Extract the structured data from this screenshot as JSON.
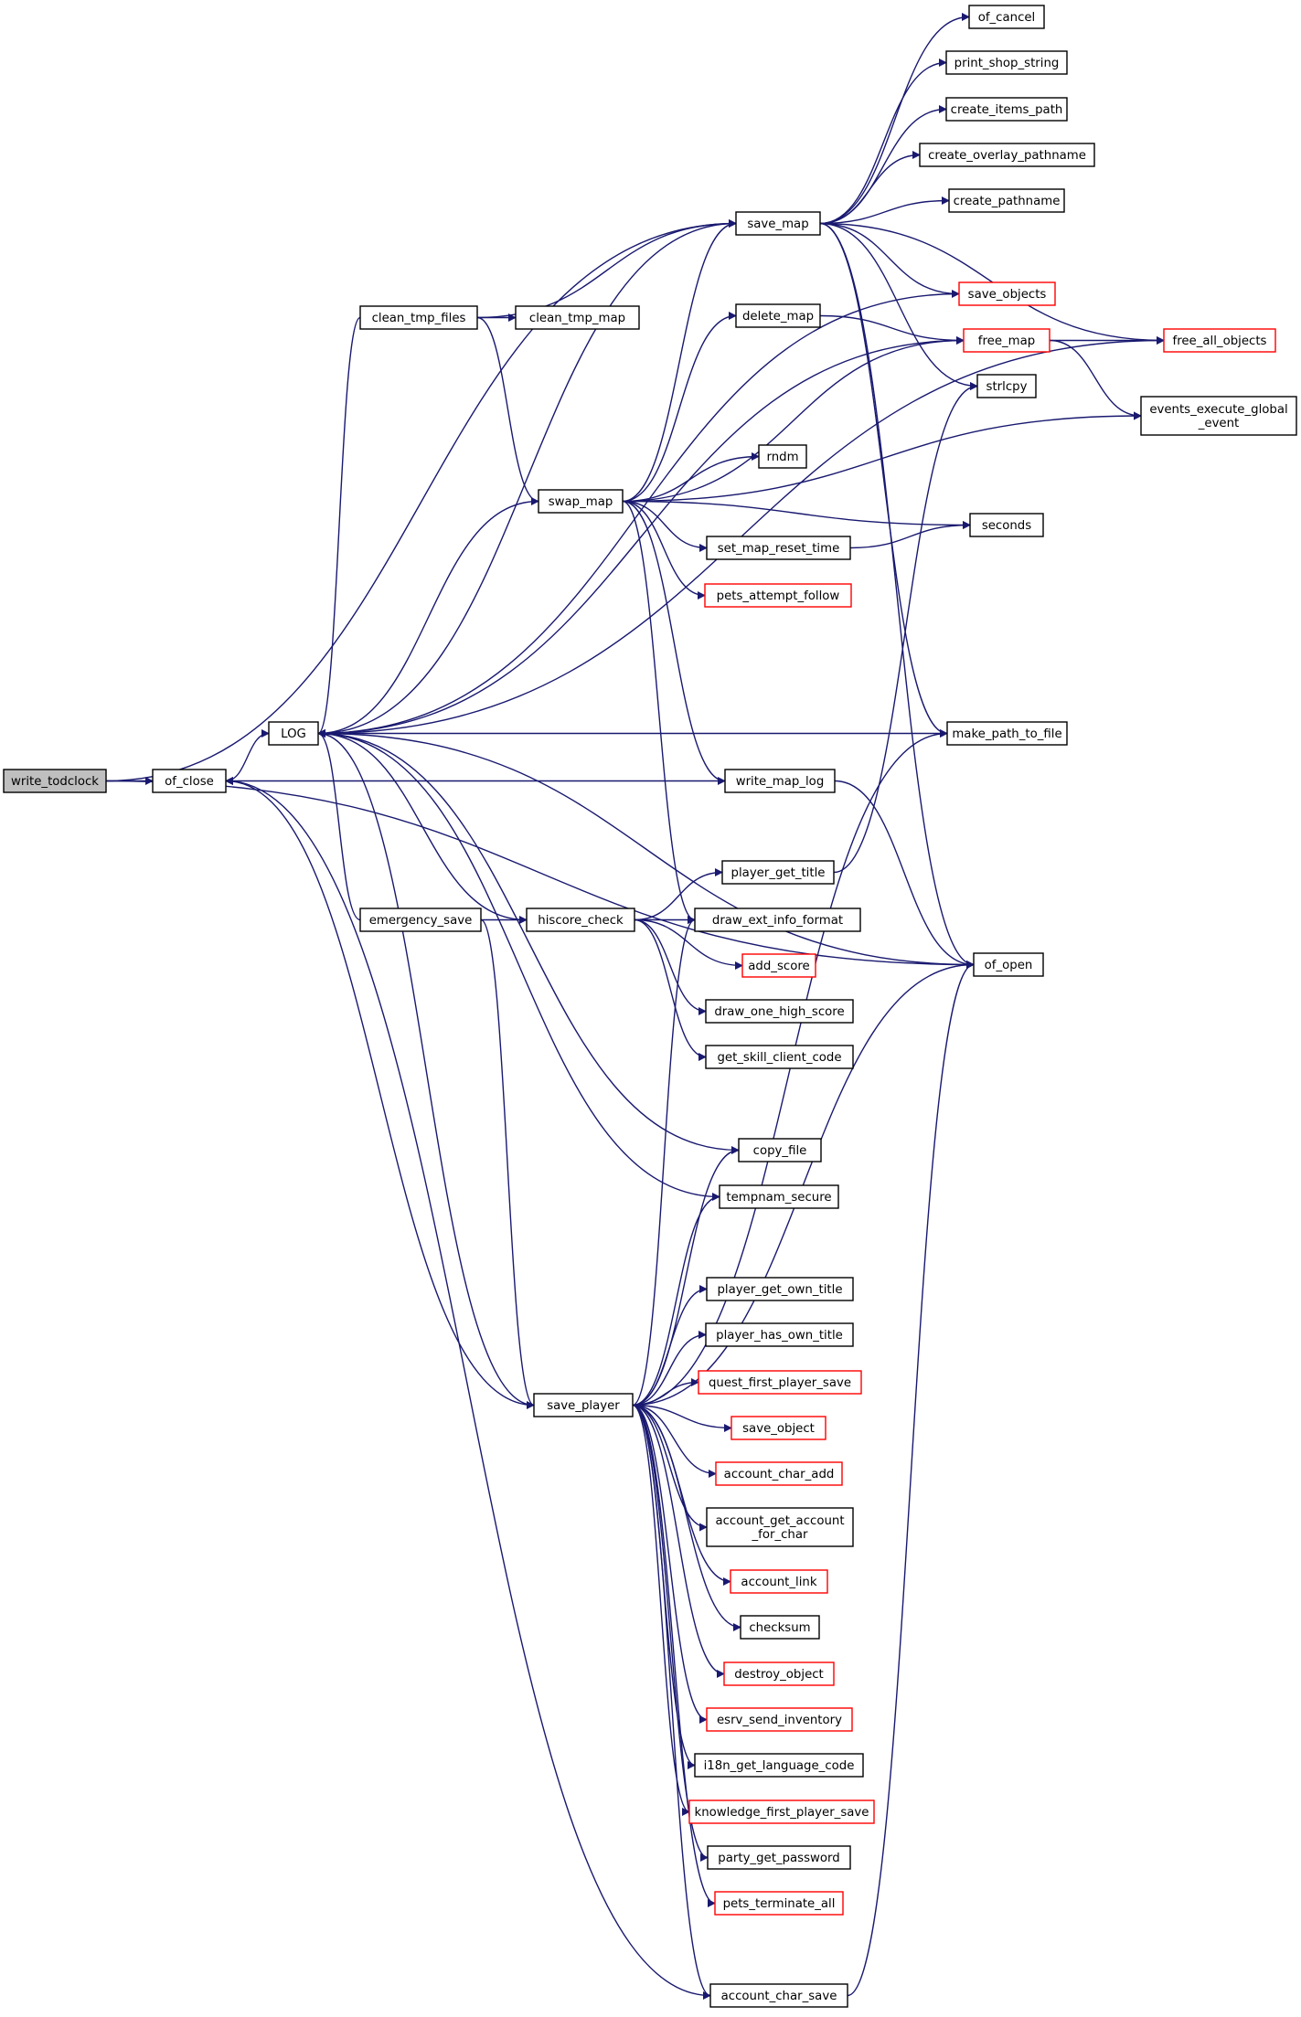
{
  "colors": {
    "edge": "#191970",
    "node_border": "#000000",
    "node_border_truncated": "#ff0000",
    "node_fill": "#ffffff",
    "focus_fill": "#bfbfbf"
  },
  "nodes": {
    "write_todclock": {
      "label": "write_todclock",
      "style": "focus"
    },
    "of_close": {
      "label": "of_close",
      "style": "normal"
    },
    "LOG": {
      "label": "LOG",
      "style": "normal"
    },
    "clean_tmp_files": {
      "label": "clean_tmp_files",
      "style": "normal"
    },
    "clean_tmp_map": {
      "label": "clean_tmp_map",
      "style": "normal"
    },
    "swap_map": {
      "label": "swap_map",
      "style": "normal"
    },
    "emergency_save": {
      "label": "emergency_save",
      "style": "normal"
    },
    "hiscore_check": {
      "label": "hiscore_check",
      "style": "normal"
    },
    "save_player": {
      "label": "save_player",
      "style": "normal"
    },
    "save_map": {
      "label": "save_map",
      "style": "normal"
    },
    "delete_map": {
      "label": "delete_map",
      "style": "normal"
    },
    "rndm": {
      "label": "rndm",
      "style": "normal"
    },
    "set_map_reset_time": {
      "label": "set_map_reset_time",
      "style": "normal"
    },
    "pets_attempt_follow": {
      "label": "pets_attempt_follow",
      "style": "truncated"
    },
    "write_map_log": {
      "label": "write_map_log",
      "style": "normal"
    },
    "player_get_title": {
      "label": "player_get_title",
      "style": "normal"
    },
    "draw_ext_info_format": {
      "label": "draw_ext_info_format",
      "style": "normal"
    },
    "add_score": {
      "label": "add_score",
      "style": "truncated"
    },
    "draw_one_high_score": {
      "label": "draw_one_high_score",
      "style": "normal"
    },
    "get_skill_client_code": {
      "label": "get_skill_client_code",
      "style": "normal"
    },
    "copy_file": {
      "label": "copy_file",
      "style": "normal"
    },
    "tempnam_secure": {
      "label": "tempnam_secure",
      "style": "normal"
    },
    "player_get_own_title": {
      "label": "player_get_own_title",
      "style": "normal"
    },
    "player_has_own_title": {
      "label": "player_has_own_title",
      "style": "normal"
    },
    "quest_first_player_save": {
      "label": "quest_first_player_save",
      "style": "truncated"
    },
    "save_object": {
      "label": "save_object",
      "style": "truncated"
    },
    "account_char_add": {
      "label": "account_char_add",
      "style": "truncated"
    },
    "account_get_account_for_char": {
      "label": "account_get_account\n_for_char",
      "style": "normal"
    },
    "account_link": {
      "label": "account_link",
      "style": "truncated"
    },
    "checksum": {
      "label": "checksum",
      "style": "normal"
    },
    "destroy_object": {
      "label": "destroy_object",
      "style": "truncated"
    },
    "esrv_send_inventory": {
      "label": "esrv_send_inventory",
      "style": "truncated"
    },
    "i18n_get_language_code": {
      "label": "i18n_get_language_code",
      "style": "normal"
    },
    "knowledge_first_player_save": {
      "label": "knowledge_first_player_save",
      "style": "truncated"
    },
    "party_get_password": {
      "label": "party_get_password",
      "style": "normal"
    },
    "pets_terminate_all": {
      "label": "pets_terminate_all",
      "style": "truncated"
    },
    "account_char_save": {
      "label": "account_char_save",
      "style": "normal"
    },
    "of_cancel": {
      "label": "of_cancel",
      "style": "normal"
    },
    "print_shop_string": {
      "label": "print_shop_string",
      "style": "normal"
    },
    "create_items_path": {
      "label": "create_items_path",
      "style": "normal"
    },
    "create_overlay_pathname": {
      "label": "create_overlay_pathname",
      "style": "normal"
    },
    "create_pathname": {
      "label": "create_pathname",
      "style": "normal"
    },
    "save_objects": {
      "label": "save_objects",
      "style": "truncated"
    },
    "free_map": {
      "label": "free_map",
      "style": "truncated"
    },
    "strlcpy": {
      "label": "strlcpy",
      "style": "normal"
    },
    "seconds": {
      "label": "seconds",
      "style": "normal"
    },
    "make_path_to_file": {
      "label": "make_path_to_file",
      "style": "normal"
    },
    "of_open": {
      "label": "of_open",
      "style": "normal"
    },
    "free_all_objects": {
      "label": "free_all_objects",
      "style": "truncated"
    },
    "events_execute_global_event": {
      "label": "events_execute_global\n_event",
      "style": "normal"
    }
  },
  "edges": [
    [
      "write_todclock",
      "of_close"
    ],
    [
      "write_todclock",
      "save_map"
    ],
    [
      "write_todclock",
      "of_open"
    ],
    [
      "of_close",
      "LOG"
    ],
    [
      "clean_tmp_files",
      "clean_tmp_map"
    ],
    [
      "clean_tmp_files",
      "save_map"
    ],
    [
      "clean_tmp_files",
      "swap_map"
    ],
    [
      "clean_tmp_files",
      "LOG"
    ],
    [
      "swap_map",
      "save_map"
    ],
    [
      "swap_map",
      "delete_map"
    ],
    [
      "swap_map",
      "rndm"
    ],
    [
      "swap_map",
      "seconds"
    ],
    [
      "swap_map",
      "set_map_reset_time"
    ],
    [
      "swap_map",
      "pets_attempt_follow"
    ],
    [
      "swap_map",
      "write_map_log"
    ],
    [
      "swap_map",
      "free_map"
    ],
    [
      "swap_map",
      "events_execute_global_event"
    ],
    [
      "swap_map",
      "draw_ext_info_format"
    ],
    [
      "swap_map",
      "LOG"
    ],
    [
      "emergency_save",
      "hiscore_check"
    ],
    [
      "emergency_save",
      "save_player"
    ],
    [
      "emergency_save",
      "LOG"
    ],
    [
      "hiscore_check",
      "player_get_title"
    ],
    [
      "hiscore_check",
      "draw_ext_info_format"
    ],
    [
      "hiscore_check",
      "add_score"
    ],
    [
      "hiscore_check",
      "draw_one_high_score"
    ],
    [
      "hiscore_check",
      "get_skill_client_code"
    ],
    [
      "hiscore_check",
      "LOG"
    ],
    [
      "save_player",
      "copy_file"
    ],
    [
      "save_player",
      "tempnam_secure"
    ],
    [
      "save_player",
      "make_path_to_file"
    ],
    [
      "save_player",
      "player_get_own_title"
    ],
    [
      "save_player",
      "player_has_own_title"
    ],
    [
      "save_player",
      "quest_first_player_save"
    ],
    [
      "save_player",
      "save_object"
    ],
    [
      "save_player",
      "account_char_add"
    ],
    [
      "save_player",
      "account_get_account_for_char"
    ],
    [
      "save_player",
      "account_link"
    ],
    [
      "save_player",
      "checksum"
    ],
    [
      "save_player",
      "destroy_object"
    ],
    [
      "save_player",
      "esrv_send_inventory"
    ],
    [
      "save_player",
      "i18n_get_language_code"
    ],
    [
      "save_player",
      "knowledge_first_player_save"
    ],
    [
      "save_player",
      "party_get_password"
    ],
    [
      "save_player",
      "pets_terminate_all"
    ],
    [
      "save_player",
      "account_char_save"
    ],
    [
      "save_player",
      "of_open"
    ],
    [
      "save_player",
      "draw_ext_info_format"
    ],
    [
      "save_player",
      "of_close"
    ],
    [
      "save_player",
      "LOG"
    ],
    [
      "save_map",
      "of_cancel"
    ],
    [
      "save_map",
      "print_shop_string"
    ],
    [
      "save_map",
      "create_items_path"
    ],
    [
      "save_map",
      "create_overlay_pathname"
    ],
    [
      "save_map",
      "create_pathname"
    ],
    [
      "save_map",
      "save_objects"
    ],
    [
      "save_map",
      "free_all_objects"
    ],
    [
      "save_map",
      "strlcpy"
    ],
    [
      "save_map",
      "make_path_to_file"
    ],
    [
      "save_map",
      "of_open"
    ],
    [
      "save_map",
      "LOG"
    ],
    [
      "delete_map",
      "free_map"
    ],
    [
      "free_map",
      "free_all_objects"
    ],
    [
      "free_map",
      "events_execute_global_event"
    ],
    [
      "free_map",
      "LOG"
    ],
    [
      "set_map_reset_time",
      "seconds"
    ],
    [
      "write_map_log",
      "of_close"
    ],
    [
      "write_map_log",
      "of_open"
    ],
    [
      "player_get_title",
      "strlcpy"
    ],
    [
      "make_path_to_file",
      "LOG"
    ],
    [
      "of_open",
      "LOG"
    ],
    [
      "copy_file",
      "LOG"
    ],
    [
      "tempnam_secure",
      "LOG"
    ],
    [
      "account_char_save",
      "of_close"
    ],
    [
      "account_char_save",
      "of_open"
    ],
    [
      "save_objects",
      "LOG"
    ],
    [
      "free_all_objects",
      "LOG"
    ]
  ]
}
